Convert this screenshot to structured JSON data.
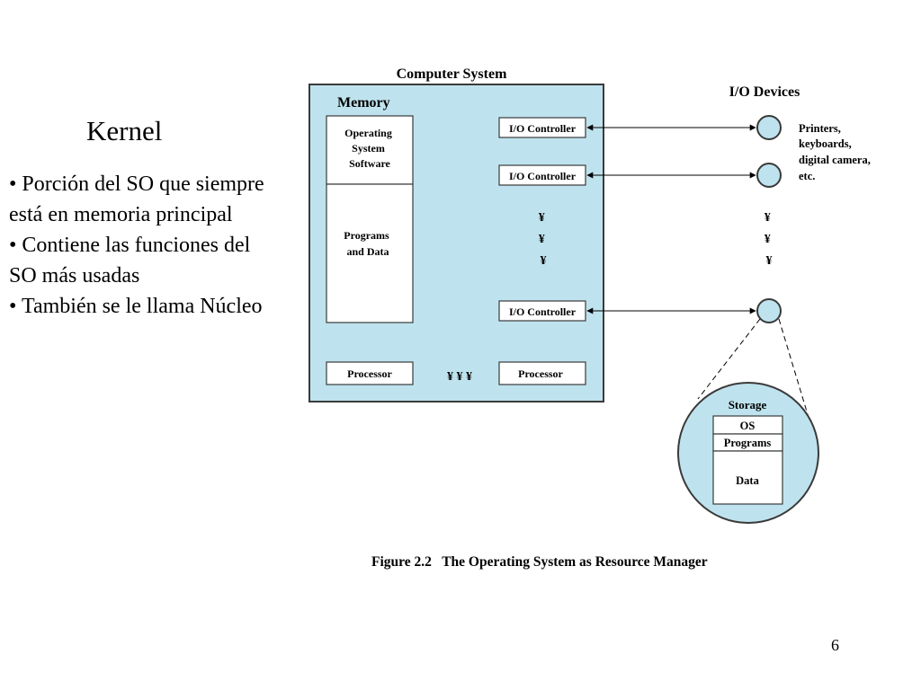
{
  "slide": {
    "title": "Kernel",
    "bullets": [
      "• Porción del SO que siempre está en memoria principal",
      "• Contiene las funciones del SO más usadas",
      "• También se le llama Núcleo"
    ],
    "page_number": "6"
  },
  "diagram": {
    "colors": {
      "fill": "#bfe3ee",
      "stroke": "#3a3a3a",
      "box": "#ffffff"
    },
    "computer_system_label": "Computer System",
    "memory_label": "Memory",
    "os_software_lines": [
      "Operating",
      "System",
      "Software"
    ],
    "programs_data_lines": [
      "Programs",
      "and Data"
    ],
    "io_controllers": [
      "I/O Controller",
      "I/O Controller",
      "I/O Controller"
    ],
    "ellipsis_mark": "¥",
    "processor_ellipsis": "¥ ¥ ¥",
    "processors": [
      "Processor",
      "Processor"
    ],
    "io_devices_label": "I/O Devices",
    "devices_note_lines": [
      "Printers,",
      "keyboards,",
      "digital camera,",
      "etc."
    ],
    "storage_label": "Storage",
    "storage_rows": [
      "OS",
      "Programs",
      "Data"
    ],
    "caption": "Figure 2.2   The Operating System as Resource Manager"
  }
}
